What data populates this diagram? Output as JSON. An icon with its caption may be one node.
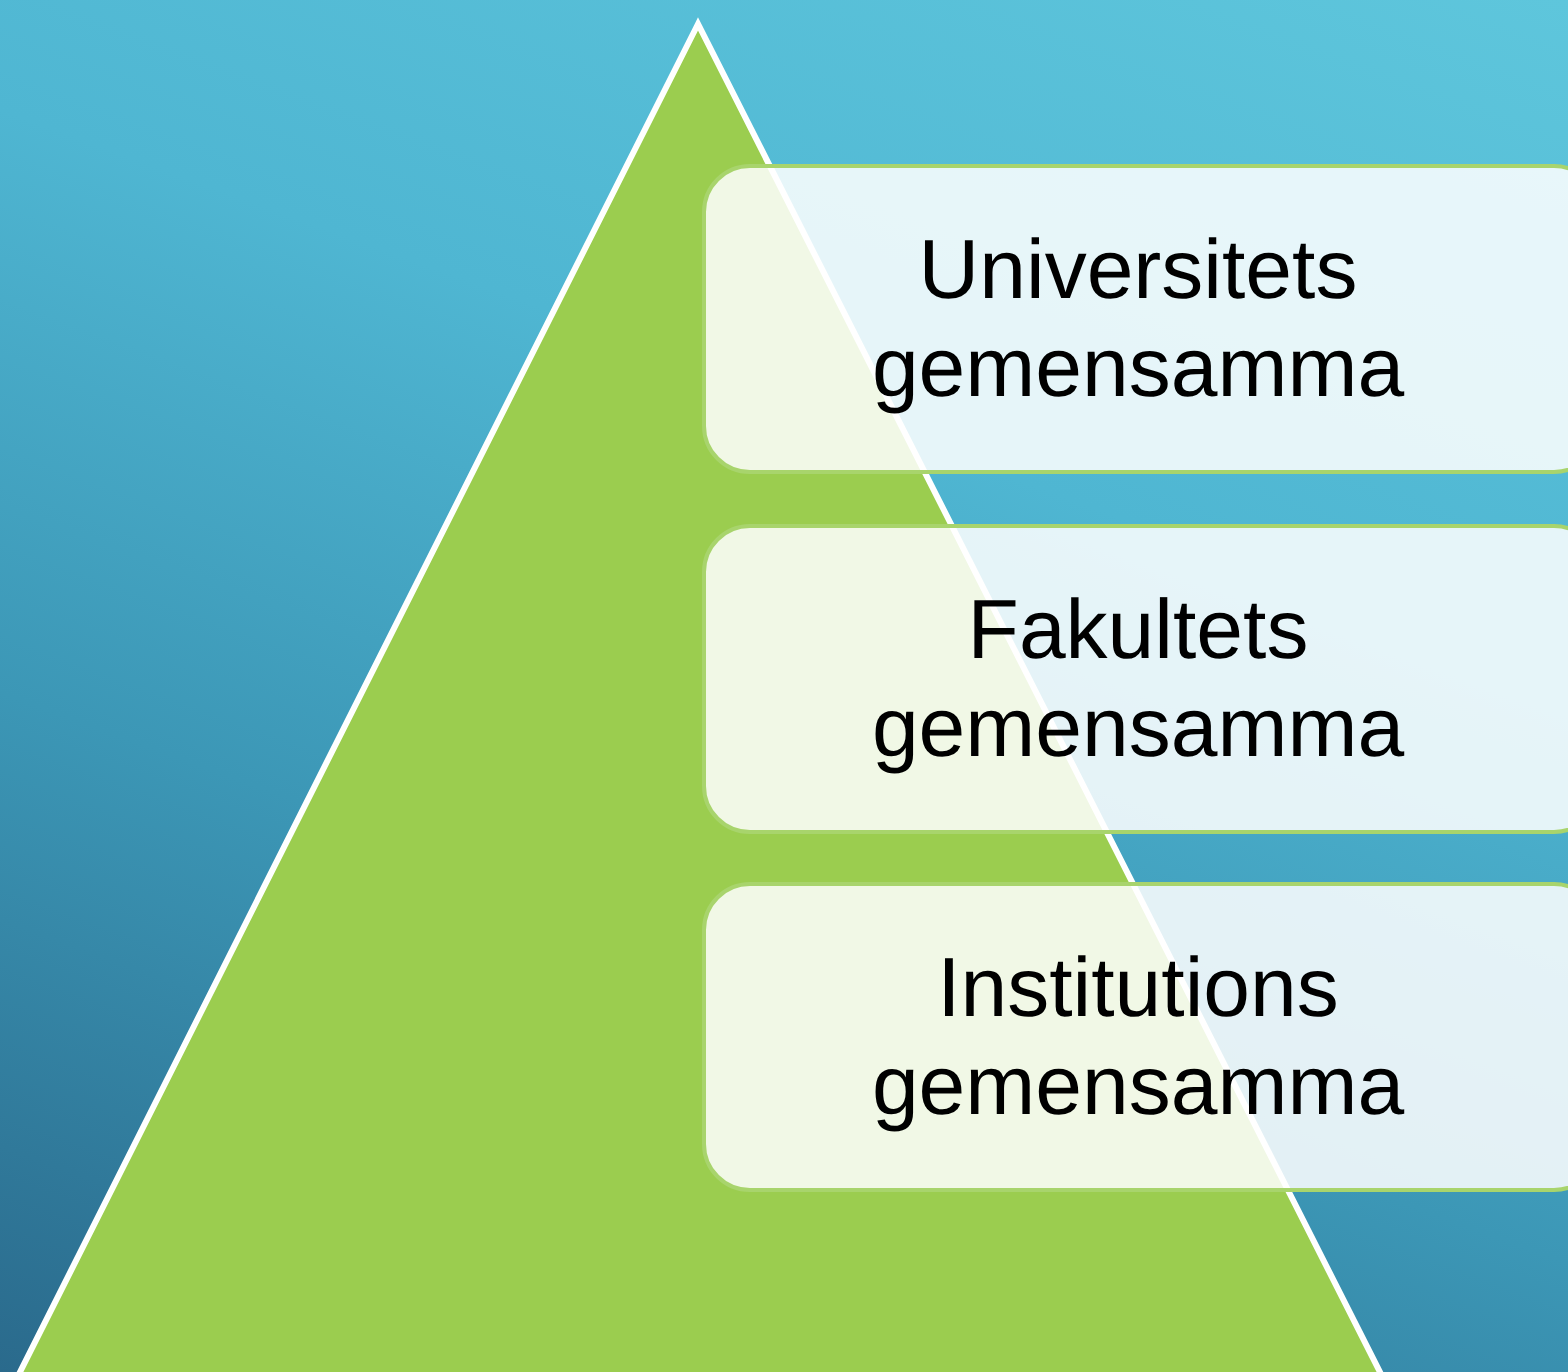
{
  "diagram": {
    "nodes": [
      {
        "text": [
          "Universitets gemensamma"
        ]
      },
      {
        "text": [
          "Fakultets gemensamma"
        ]
      },
      {
        "text": [
          "Institutions gemensamma"
        ]
      }
    ]
  }
}
